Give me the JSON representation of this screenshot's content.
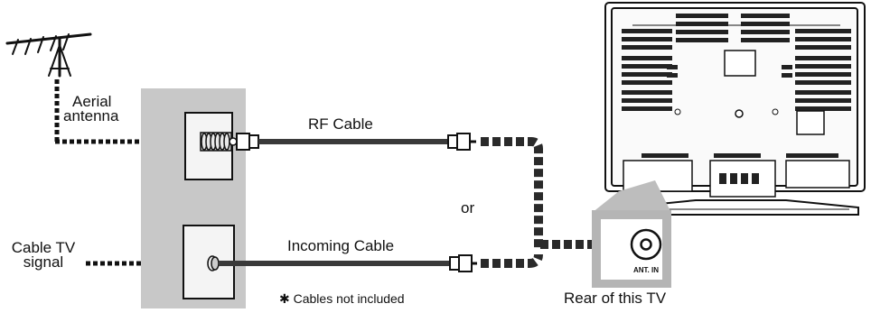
{
  "labels": {
    "aerial_antenna_line1": "Aerial",
    "aerial_antenna_line2": "antenna",
    "cable_tv_line1": "Cable TV",
    "cable_tv_line2": "signal",
    "rf_cable": "RF Cable",
    "incoming_cable": "Incoming Cable",
    "or": "or",
    "cables_note": "✱ Cables not included",
    "rear_of_tv": "Rear of this TV",
    "ant_in": "ANT. IN"
  }
}
